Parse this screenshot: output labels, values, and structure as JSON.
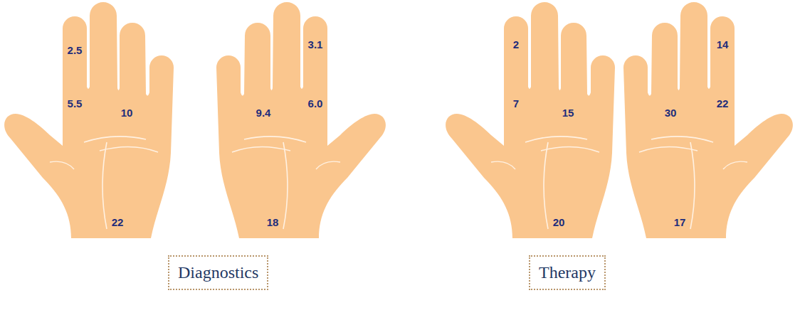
{
  "diagram": {
    "nodes": [
      {
        "text": [
          "Diagnostics"
        ]
      },
      {
        "text": [
          "Therapy"
        ]
      }
    ],
    "labels": [
      "2.5",
      "5.5",
      "10",
      "22",
      "3.1",
      "9.4",
      "6.0",
      "18",
      "2",
      "7",
      "15",
      "20",
      "14",
      "30",
      "22",
      "17"
    ]
  }
}
